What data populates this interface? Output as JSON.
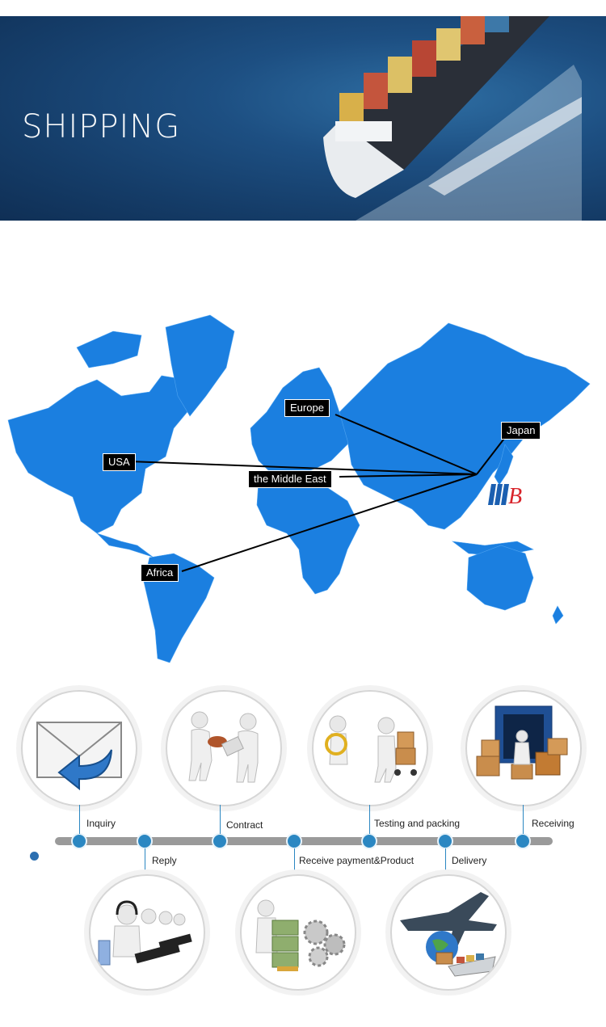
{
  "banner": {
    "title": "SHIPPING"
  },
  "map": {
    "land_color": "#1b7fe0",
    "labels": {
      "europe": "Europe",
      "japan": "Japan",
      "usa": "USA",
      "middle_east": "the Middle East",
      "africa": "Africa"
    },
    "logo_text": "B"
  },
  "process": {
    "accent": "#2b87c2",
    "steps": {
      "inquiry": "Inquiry",
      "reply": "Reply",
      "contract": "Contract",
      "payment": "Receive payment&Product",
      "testing": "Testing and packing",
      "delivery": "Delivery",
      "receiving": "Receiving"
    },
    "icons": {
      "inquiry": "email-reply-icon",
      "contract": "handshake-stamp-icon",
      "testing": "magnifier-cart-icon",
      "receiving": "container-boxes-icon",
      "reply": "call-center-icon",
      "payment": "money-gears-icon",
      "delivery": "plane-ship-icon"
    }
  }
}
